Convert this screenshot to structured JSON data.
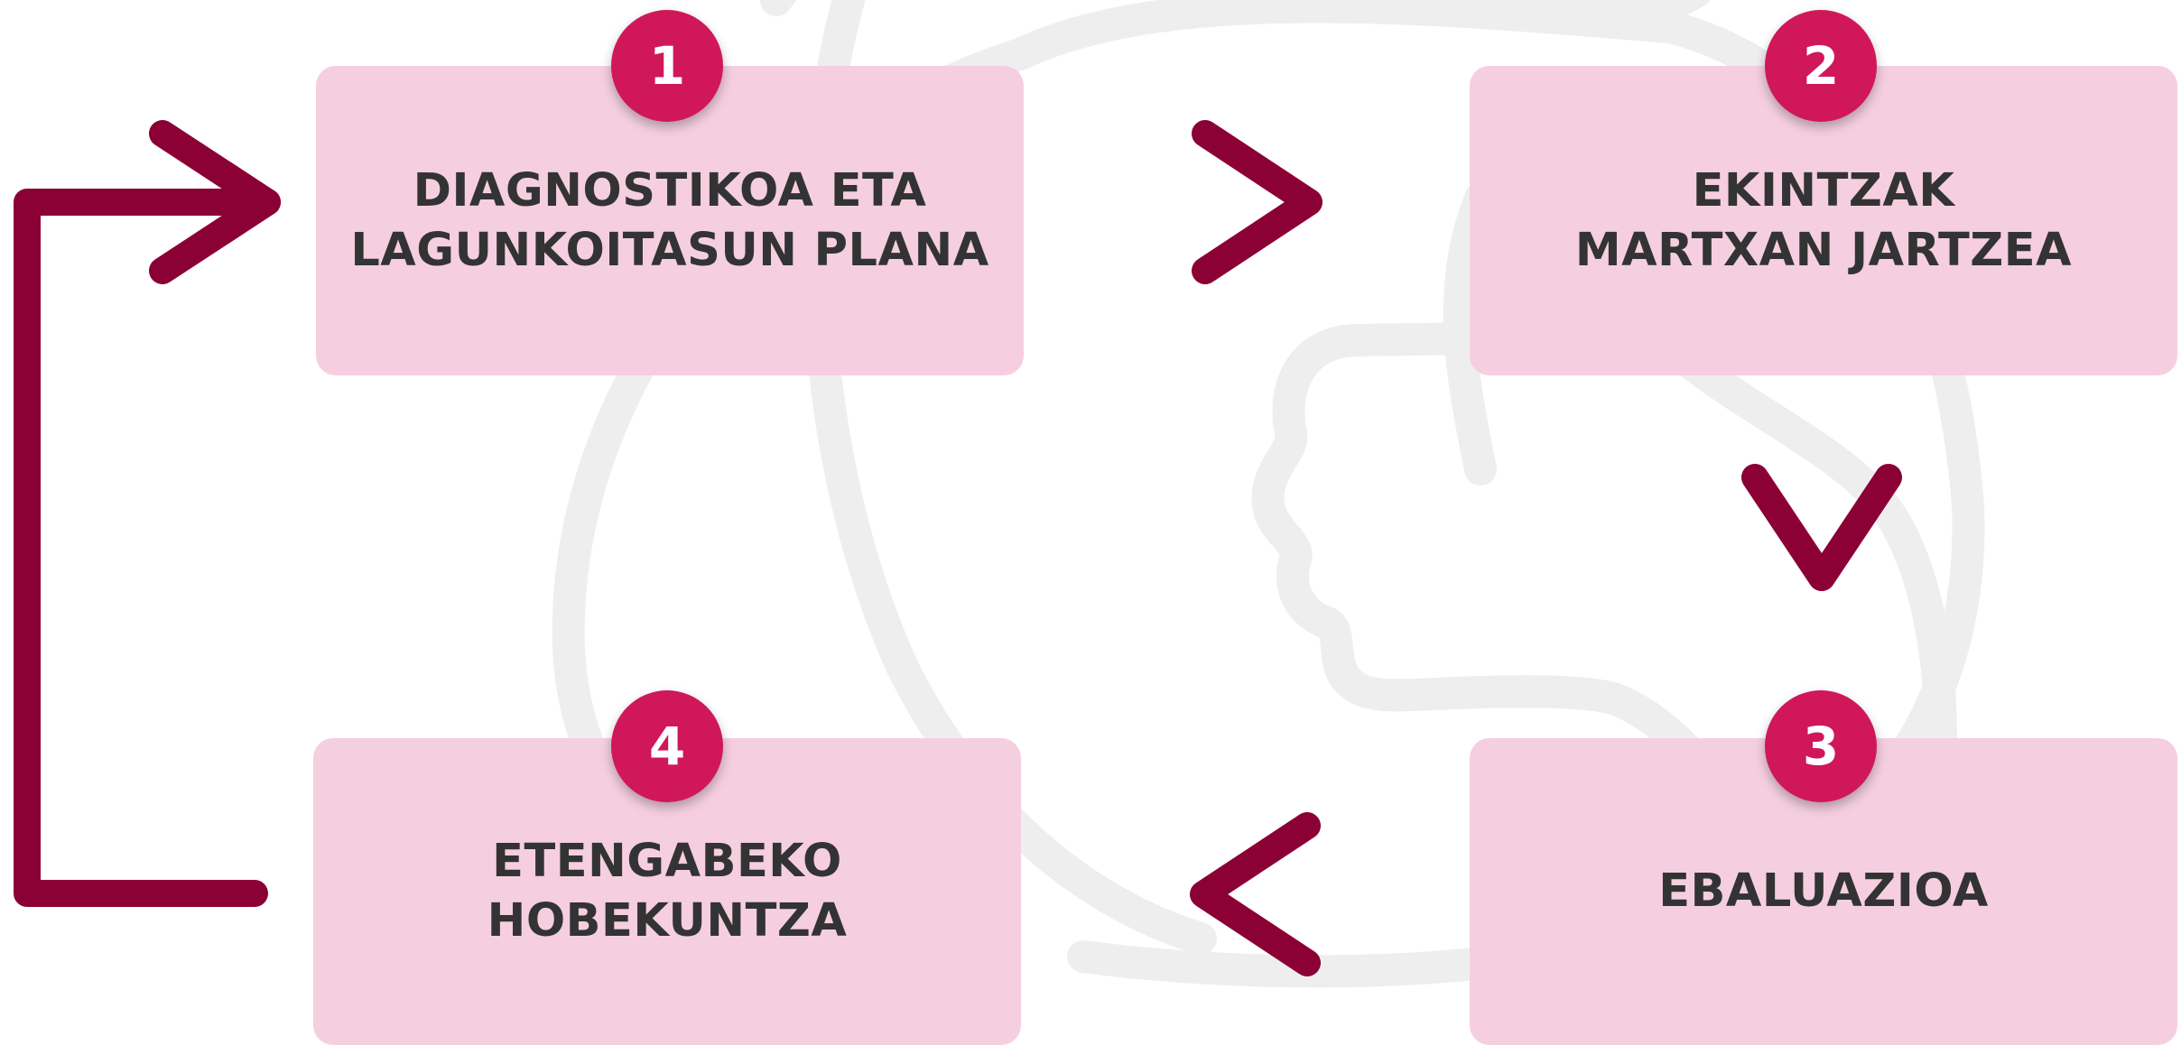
{
  "colors": {
    "box_fill": "#f5cfdf",
    "badge_fill": "#d0175a",
    "arrow": "#8b0035",
    "background_art": "#eeeeee",
    "text": "#333333"
  },
  "steps": [
    {
      "number": "1",
      "title": "DIAGNOSTIKOA ETA\nLAGUNKOITASUN PLANA"
    },
    {
      "number": "2",
      "title": "EKINTZAK\nMARTXAN JARTZEA"
    },
    {
      "number": "3",
      "title": "EBALUAZIOA"
    },
    {
      "number": "4",
      "title": "ETENGABEKO\nHOBEKUNTZA"
    }
  ],
  "icons": {
    "background": "head-silhouette-icon",
    "arrow_right": "chevron-right-icon",
    "arrow_down": "chevron-down-icon",
    "arrow_left": "chevron-left-icon",
    "loop": "loop-arrow-icon"
  }
}
